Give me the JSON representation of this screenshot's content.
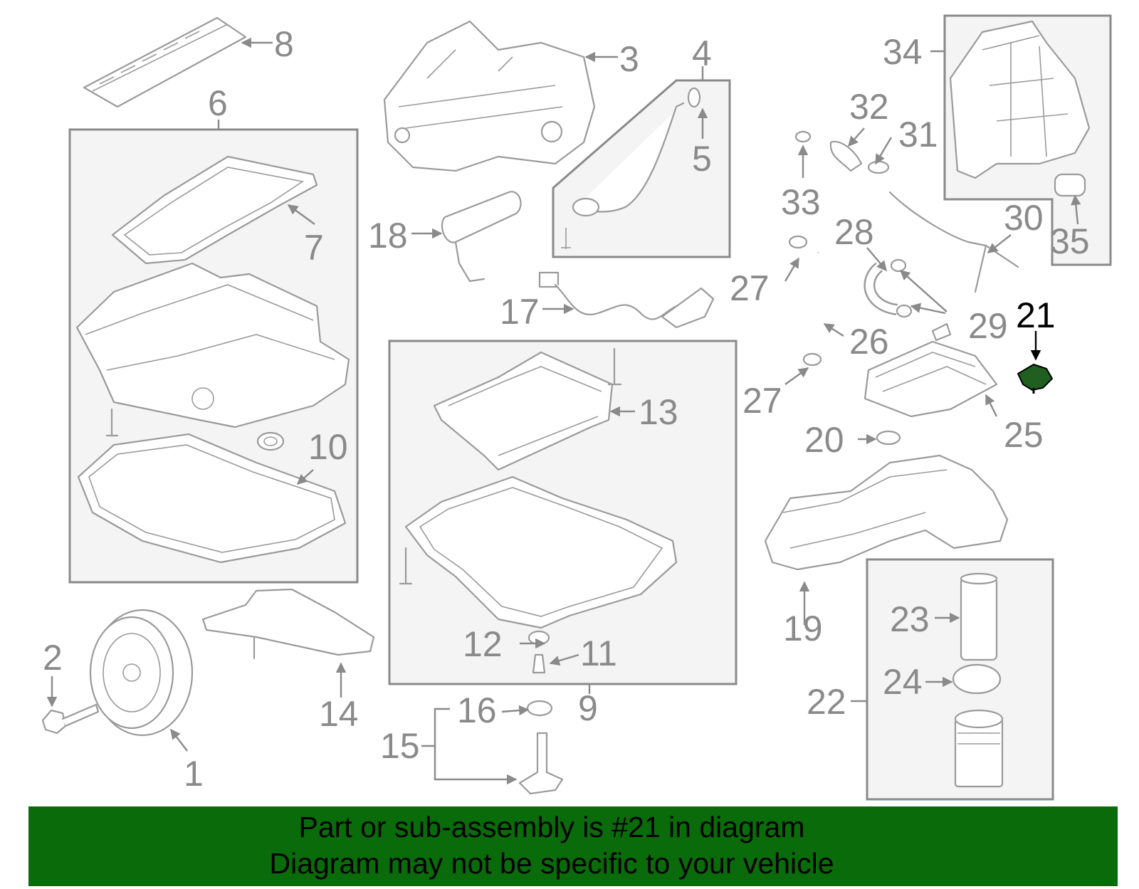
{
  "colors": {
    "line_gray": "#8a8a8a",
    "highlight_part": "#1f5f1f",
    "banner_background": "#0a6b0a",
    "banner_text": "#000000"
  },
  "callouts": {
    "c1": "1",
    "c2": "2",
    "c3": "3",
    "c4": "4",
    "c5": "5",
    "c6": "6",
    "c7": "7",
    "c8": "8",
    "c9": "9",
    "c10": "10",
    "c11": "11",
    "c12": "12",
    "c13": "13",
    "c14": "14",
    "c15": "15",
    "c16": "16",
    "c17": "17",
    "c18": "18",
    "c19": "19",
    "c20": "20",
    "c21": "21",
    "c22": "22",
    "c23": "23",
    "c24": "24",
    "c25": "25",
    "c26": "26",
    "c27a": "27",
    "c27b": "27",
    "c28": "28",
    "c29": "29",
    "c30": "30",
    "c31": "31",
    "c32": "32",
    "c33": "33",
    "c34": "34",
    "c35": "35"
  },
  "highlighted_part": "21",
  "banner": {
    "line1": "Part or sub-assembly is #21 in diagram",
    "line2": "Diagram may not be specific to your vehicle"
  }
}
